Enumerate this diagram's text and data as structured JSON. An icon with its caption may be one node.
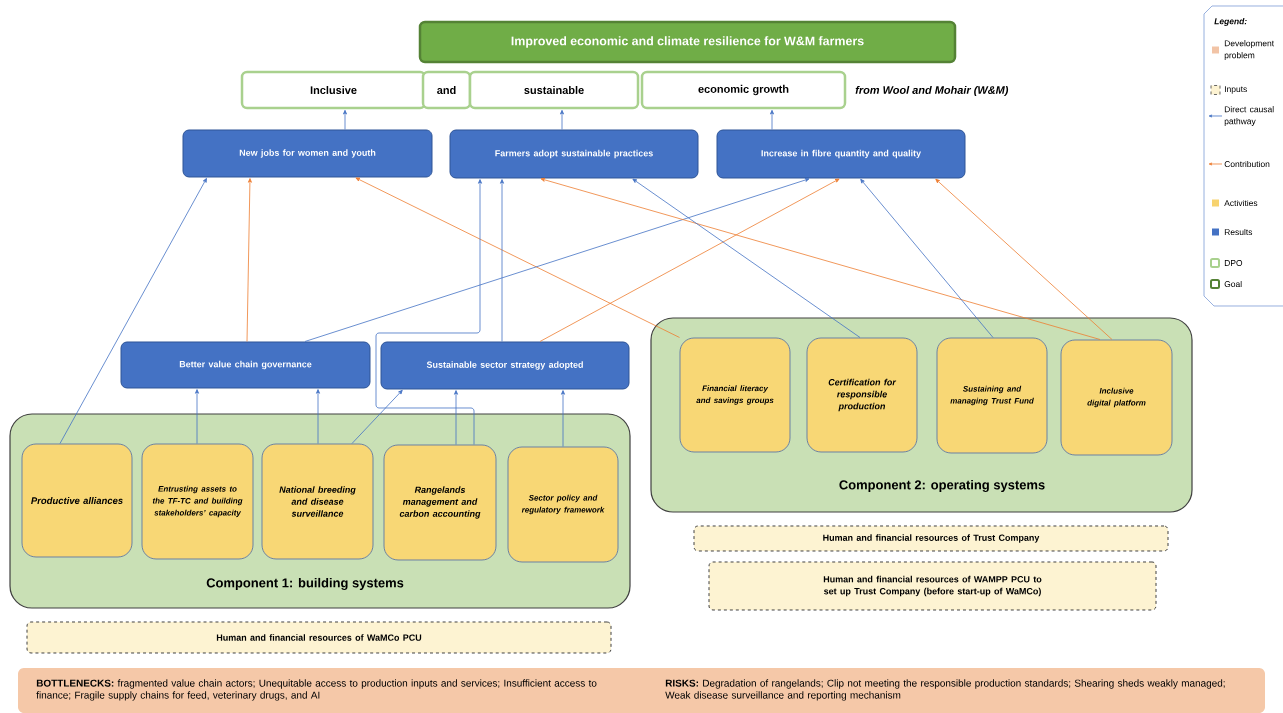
{
  "diagram": {
    "nodes": [
      {
        "text": [
          "Improved economic and climate resilience for W&M farmers"
        ]
      },
      {
        "text": [
          "Inclusive"
        ]
      },
      {
        "text": [
          "and"
        ]
      },
      {
        "text": [
          "sustainable"
        ]
      },
      {
        "text": [
          "economic growth"
        ],
        "beside": [
          "from Wool and Mohair (W&M)"
        ]
      },
      {
        "text": [
          "New jobs for women and youth"
        ]
      },
      {
        "text": [
          "Farmers adopt sustainable practices"
        ]
      },
      {
        "text": [
          "Increase in fibre quantity and quality"
        ]
      },
      {
        "text": [
          "Better value chain governance"
        ]
      },
      {
        "text": [
          "Sustainable sector strategy adopted"
        ]
      },
      {
        "text": [
          "Component 1: building systems"
        ]
      },
      {
        "text": [
          "Productive alliances"
        ],
        "in": 10
      },
      {
        "text": [
          "Entrusting assets to the TF-TC and building stakeholders’ capacity"
        ],
        "in": 10
      },
      {
        "text": [
          "National breeding and disease surveillance"
        ],
        "in": 10
      },
      {
        "text": [
          "Rangelands management and carbon accounting"
        ],
        "in": 10
      },
      {
        "text": [
          "Sector policy and regulatory framework"
        ],
        "in": 10
      },
      {
        "text": [
          "Component 2: operating systems"
        ]
      },
      {
        "text": [
          "Financial literacy and savings groups"
        ],
        "in": 16
      },
      {
        "text": [
          "Certification for responsible production"
        ],
        "in": 16
      },
      {
        "text": [
          "Sustaining and managing Trust Fund"
        ],
        "in": 16
      },
      {
        "text": [
          "Inclusive digital platform"
        ],
        "in": 16
      },
      {
        "text": [
          "Human and financial resources of WaMCo PCU"
        ]
      },
      {
        "text": [
          "Human and financial resources of Trust Company"
        ]
      },
      {
        "text": [
          "Human and financial resources of WAMPP PCU to set up Trust Company (before start-up of WaMCo)"
        ]
      },
      {
        "text": [
          "**BOTTLENECKS:** fragmented value chain actors; Unequitable access to production inputs and services; Insufficient access to finance; Fragile supply chains for feed, veterinary drugs, and AI",
          "**RISKS:** Degradation of rangelands; Clip not meeting the responsible production standards; Shearing sheds weakly managed; Weak disease surveillance and reporting mechanism"
        ]
      }
    ],
    "edges": [
      {
        "from": 5,
        "to": 1,
        "arrow": "to"
      },
      {
        "from": 6,
        "to": 3,
        "arrow": "to"
      },
      {
        "from": 7,
        "to": 4,
        "arrow": "to"
      },
      {
        "from": 11,
        "to": 5,
        "arrow": "to"
      },
      {
        "from": 8,
        "to": 5,
        "arrow": "to",
        "color": "#ed7d31"
      },
      {
        "from": 17,
        "to": 5,
        "arrow": "to",
        "color": "#ed7d31"
      },
      {
        "from": 8,
        "to": 7,
        "arrow": "to"
      },
      {
        "from": 9,
        "to": 6,
        "arrow": "to"
      },
      {
        "from": 14,
        "to": 6,
        "arrow": "to"
      },
      {
        "from": 9,
        "to": 7,
        "arrow": "to",
        "color": "#ed7d31"
      },
      {
        "from": 20,
        "to": 6,
        "arrow": "to",
        "color": "#ed7d31"
      },
      {
        "from": 18,
        "to": 6,
        "arrow": "to"
      },
      {
        "from": 19,
        "to": 7,
        "arrow": "to"
      },
      {
        "from": 20,
        "to": 7,
        "arrow": "to",
        "color": "#ed7d31"
      },
      {
        "from": 12,
        "to": 8,
        "arrow": "to"
      },
      {
        "from": 13,
        "to": 8,
        "arrow": "to"
      },
      {
        "from": 13,
        "to": 9,
        "arrow": "to"
      },
      {
        "from": 14,
        "to": 9,
        "arrow": "to"
      },
      {
        "from": 15,
        "to": 9,
        "arrow": "to"
      }
    ],
    "labels": [
      "Legend:"
    ],
    "legend": [
      {
        "text": "Development problem",
        "color": "#f2c4a6"
      },
      {
        "text": "Inputs"
      },
      {
        "text": "Direct causal pathway"
      },
      {
        "text": "Contribution"
      },
      {
        "text": "Activities",
        "color": "#f7d36f"
      },
      {
        "text": "Results",
        "color": "#4472c4"
      },
      {
        "text": "DPO"
      },
      {
        "text": "Goal"
      }
    ]
  }
}
